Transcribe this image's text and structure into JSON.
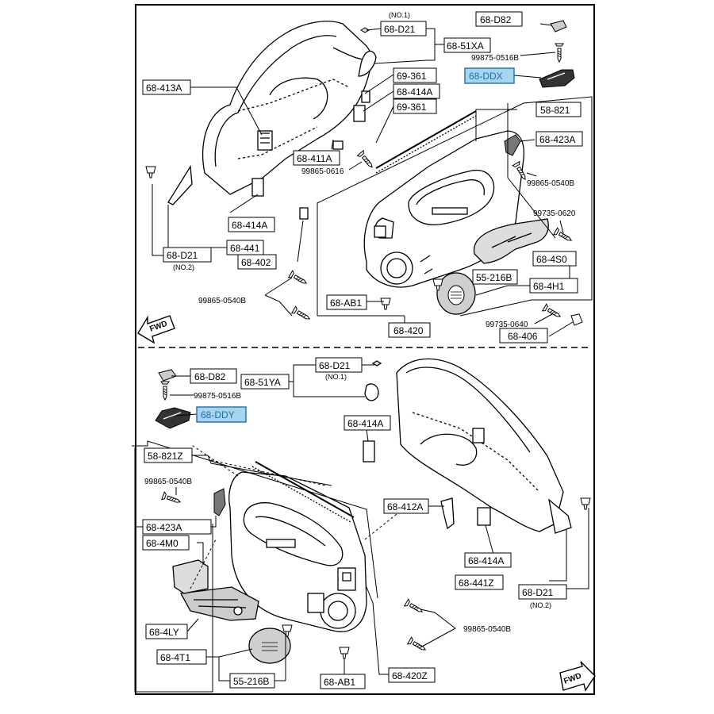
{
  "callouts_top": {
    "d21_no1": "68-D21",
    "d21_no1_note": "(NO.1)",
    "a51xa": "68-51XA",
    "d82": "68-D82",
    "screw_0516b": "99875-0516B",
    "ddx": "68-DDX",
    "a413a": "68-413A",
    "b361a": "69-361",
    "b414a": "68-414A",
    "b361b": "69-361",
    "c821": "58-821",
    "c423a": "68-423A",
    "d411a": "68-411A",
    "screw_0616": "99865-0616",
    "screw_0540b_r": "99865-0540B",
    "screw_0620": "99735-0620",
    "e414a": "68-414A",
    "e441": "68-441",
    "e4s0": "68-4S0",
    "f_d21_no2": "68-D21",
    "f_d21_no2_note": "(NO.2)",
    "f402": "68-402",
    "g216b": "55-216B",
    "g4h1": "68-4H1",
    "screw_0540b_l": "99865-0540B",
    "h_ab1": "68-AB1",
    "screw_0640": "99735-0640",
    "h406": "68-406",
    "h420": "68-420",
    "fwd": "FWD"
  },
  "callouts_bottom": {
    "d21_no1": "68-D21",
    "d21_no1_note": "(NO.1)",
    "d82": "68-D82",
    "a51ya": "68-51YA",
    "screw_0516b": "99875-0516B",
    "ddy": "68-DDY",
    "a414a": "68-414A",
    "c821z": "58-821Z",
    "screw_0540b_l": "99865-0540B",
    "c412a": "68-412A",
    "c423a": "68-423A",
    "c4m0": "68-4M0",
    "d414a": "68-414A",
    "d441z": "68-441Z",
    "d_d21": "68-D21",
    "d_d21_note": "(NO.2)",
    "screw_0540b_r": "99865-0540B",
    "e4ly": "68-4LY",
    "e4t1": "68-4T1",
    "e216b": "55-216B",
    "e_ab1": "68-AB1",
    "e420z": "68-420Z",
    "fwd": "FWD"
  },
  "colors": {
    "highlight_fill": "#a8d4ee",
    "highlight_stroke": "#1d6fa8",
    "line": "#000000"
  }
}
